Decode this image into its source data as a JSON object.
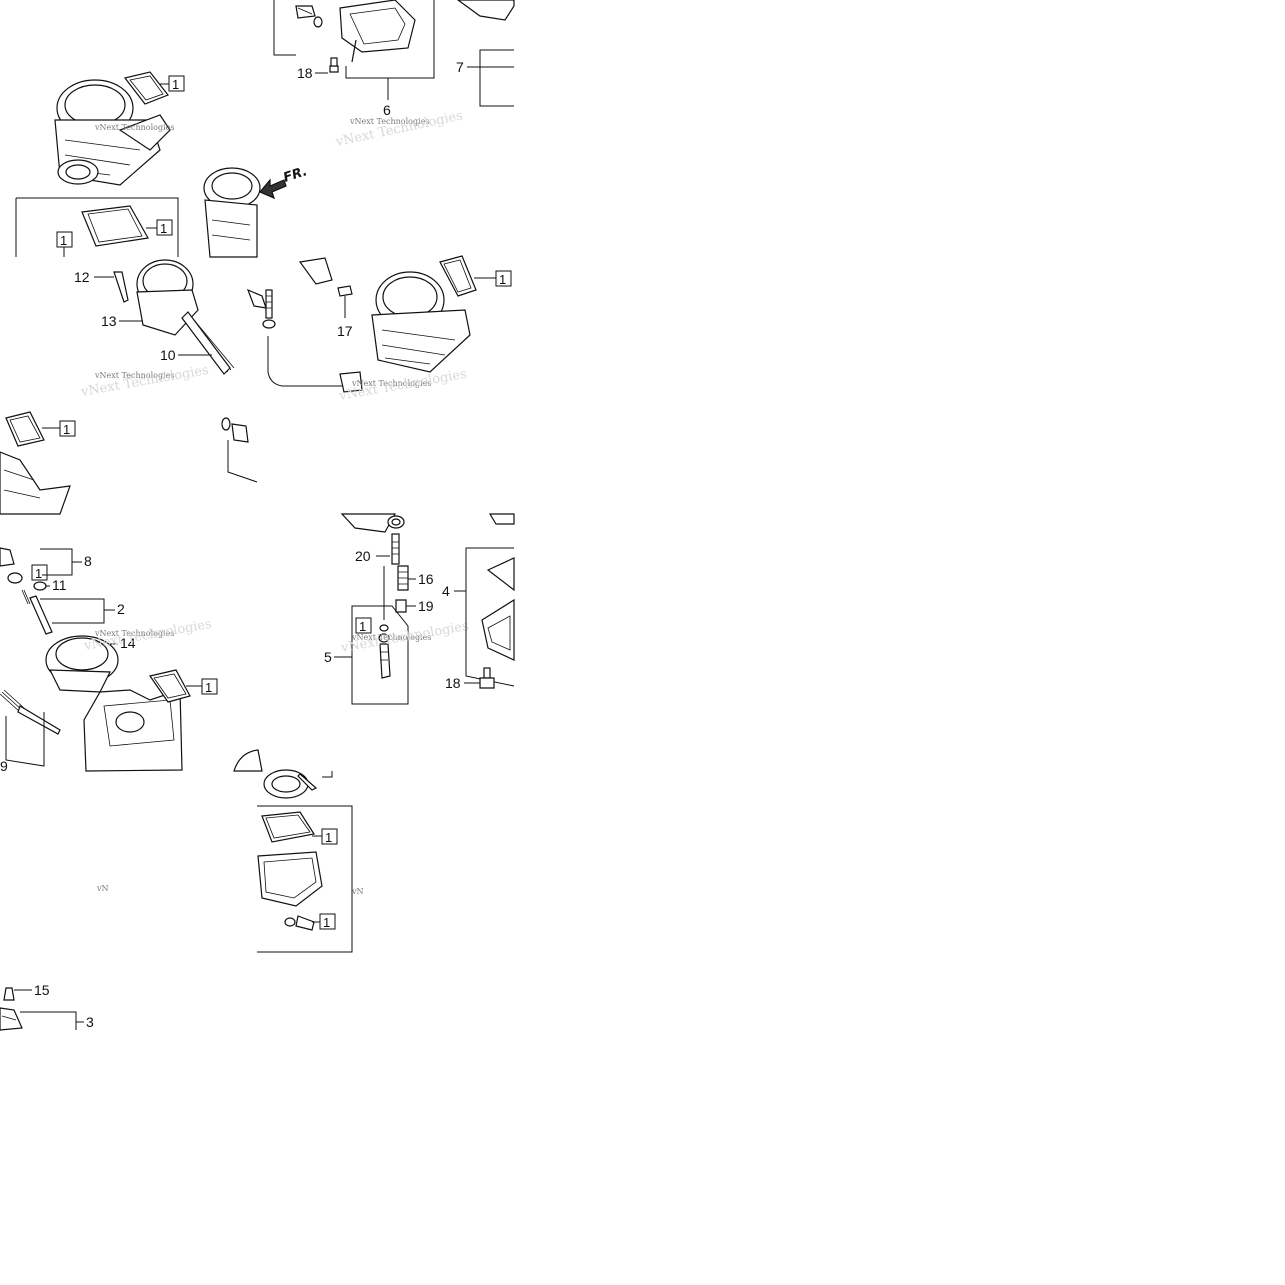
{
  "diagram": {
    "direction_label": "FR.",
    "watermark": "vNext Technologies",
    "watermark_partial": "vN",
    "boxed_callouts": [
      "1",
      "1",
      "1",
      "1",
      "1",
      "1",
      "1",
      "1",
      "1",
      "1"
    ],
    "callouts": {
      "c2": "2",
      "c3": "3",
      "c4": "4",
      "c5": "5",
      "c6": "6",
      "c7": "7",
      "c8": "8",
      "c9": "9",
      "c10": "10",
      "c11": "11",
      "c12": "12",
      "c13": "13",
      "c14": "14",
      "c15": "15",
      "c16": "16",
      "c17": "17",
      "c18a": "18",
      "c18b": "18",
      "c19": "19",
      "c20": "20"
    }
  }
}
